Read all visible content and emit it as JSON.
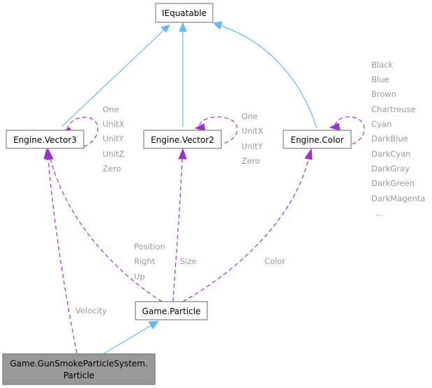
{
  "nodes": {
    "iequatable": "IEquatable",
    "vector3": "Engine.Vector3",
    "vector2": "Engine.Vector2",
    "color": "Engine.Color",
    "particle": "Game.Particle",
    "gunsmoke_line1": "Game.GunSmokeParticleSystem.",
    "gunsmoke_line2": "Particle"
  },
  "labels": {
    "vector3_self": [
      "One",
      "UnitX",
      "UnitY",
      "UnitZ",
      "Zero"
    ],
    "vector2_self": [
      "One",
      "UnitX",
      "UnitY",
      "Zero"
    ],
    "color_self": [
      "Black",
      "Blue",
      "Brown",
      "Chartreuse",
      "Cyan",
      "DarkBlue",
      "DarkCyan",
      "DarkGray",
      "DarkGreen",
      "DarkMagenta",
      "..."
    ],
    "vector3_particle": [
      "Position",
      "Right",
      "Up"
    ],
    "vector2_particle": "Size",
    "color_particle": "Color",
    "vector3_gunsmoke": "Velocity"
  },
  "colors": {
    "inheritance_edge": "#63b8ff",
    "usage_edge": "#9a32cd",
    "edge_label": "#9a9a9a",
    "focus_node_fill": "#999999"
  }
}
